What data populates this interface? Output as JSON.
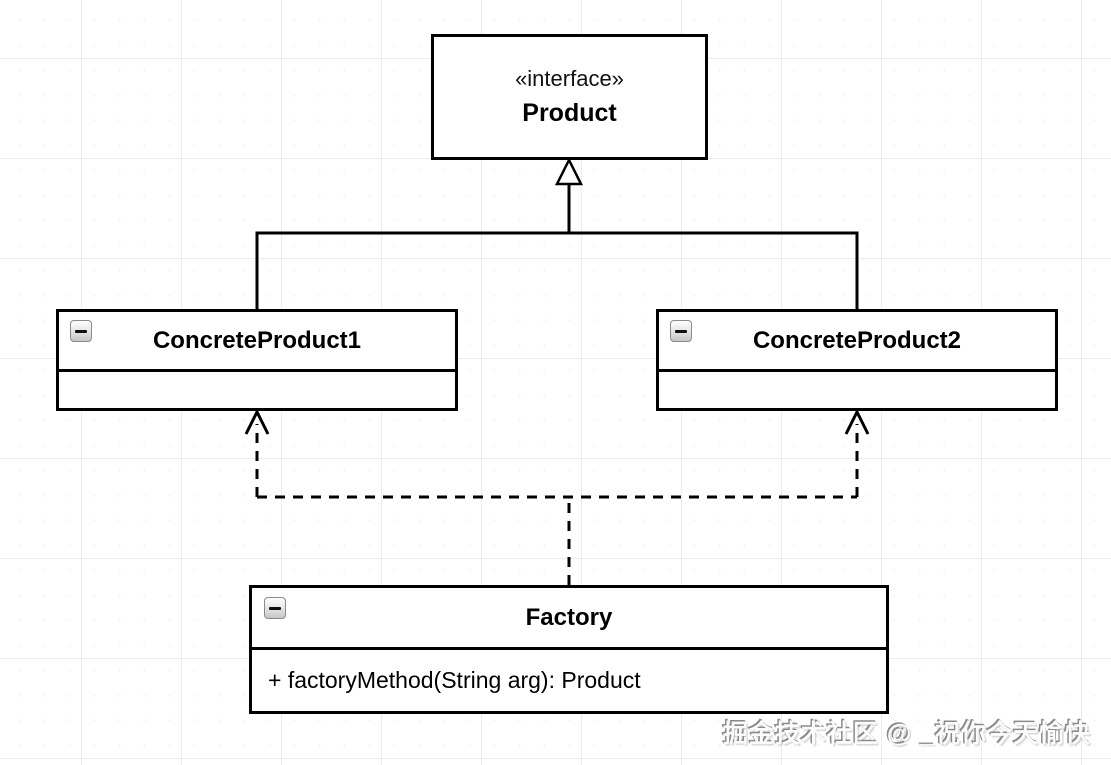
{
  "colors": {
    "canvas_background": "#ffffff",
    "grid_line": "#ececec",
    "node_border": "#000000",
    "node_fill": "#ffffff"
  },
  "nodes": {
    "product": {
      "stereotype": "«interface»",
      "name": "Product"
    },
    "concrete_product_1": {
      "name": "ConcreteProduct1"
    },
    "concrete_product_2": {
      "name": "ConcreteProduct2"
    },
    "factory": {
      "name": "Factory",
      "method": "+ factoryMethod(String arg): Product"
    }
  },
  "icons": {
    "collapse": "minus-icon",
    "generalization_arrowhead": "hollow-triangle-up",
    "dependency_arrowhead": "open-arrow-up"
  },
  "edges": {
    "generalization": {
      "style": "solid",
      "from": [
        "ConcreteProduct1",
        "ConcreteProduct2"
      ],
      "to": "Product"
    },
    "dependency": {
      "style": "dashed",
      "from": "Factory",
      "to": [
        "ConcreteProduct1",
        "ConcreteProduct2"
      ]
    }
  },
  "watermark": {
    "text": "掘金技术社区 @ _祝你今天愉快"
  }
}
